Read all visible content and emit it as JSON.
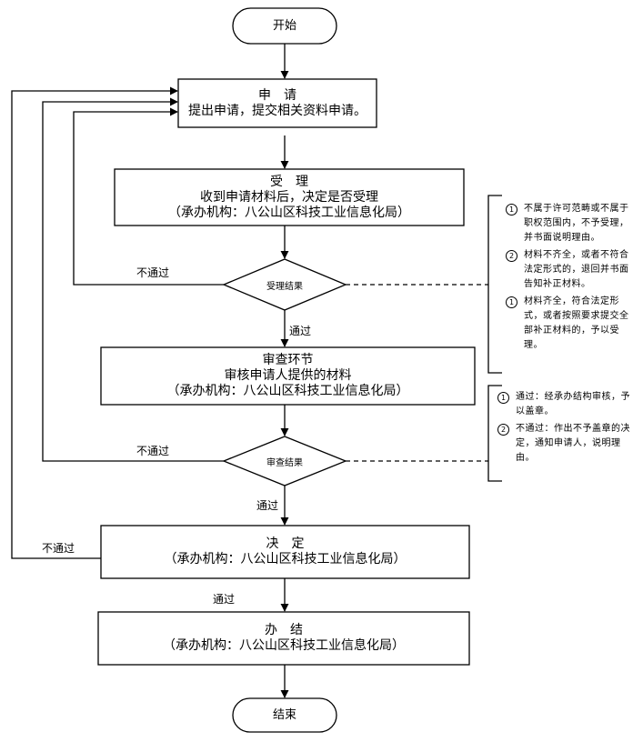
{
  "nodes": {
    "start": "开始",
    "apply": {
      "title": "申　请",
      "lines": [
        "提出申请，提交相关资料申请。"
      ]
    },
    "accept": {
      "title": "受　理",
      "lines": [
        "收到申请材料后，决定是否受理",
        "（承办机构：八公山区科技工业信息化局）"
      ]
    },
    "accept_decision": "受理结果",
    "review": {
      "title": "审查环节",
      "lines": [
        "审核申请人提供的材料",
        "（承办机构：八公山区科技工业信息化局）"
      ]
    },
    "review_decision": "审查结果",
    "decide": {
      "title": "决　定",
      "lines": [
        "（承办机构：八公山区科技工业信息化局）"
      ]
    },
    "finish": {
      "title": "办　结",
      "lines": [
        "（承办机构：八公山区科技工业信息化局）"
      ]
    },
    "end": "结束"
  },
  "edge_labels": {
    "accept_fail": "不通过",
    "accept_pass": "通过",
    "review_fail": "不通过",
    "review_pass": "通过",
    "decide_fail": "不通过",
    "decide_pass": "通过"
  },
  "notes": {
    "accept": [
      {
        "num": "①",
        "text": "不属于许可范畴或不属于职权范围内，不予受理，并书面说明理由。"
      },
      {
        "num": "②",
        "text": "材料不齐全，或者不符合法定形式的，退回并书面告知补正材料。"
      },
      {
        "num": "①",
        "text": "材料齐全，符合法定形式，或者按照要求提交全部补正材料的，予以受理。"
      }
    ],
    "review": [
      {
        "num": "①",
        "text": "通过：经承办结构审核，予以盖章。"
      },
      {
        "num": "②",
        "text": "不通过：作出不予盖章的决定，通知申请人，说明理由。"
      }
    ]
  }
}
